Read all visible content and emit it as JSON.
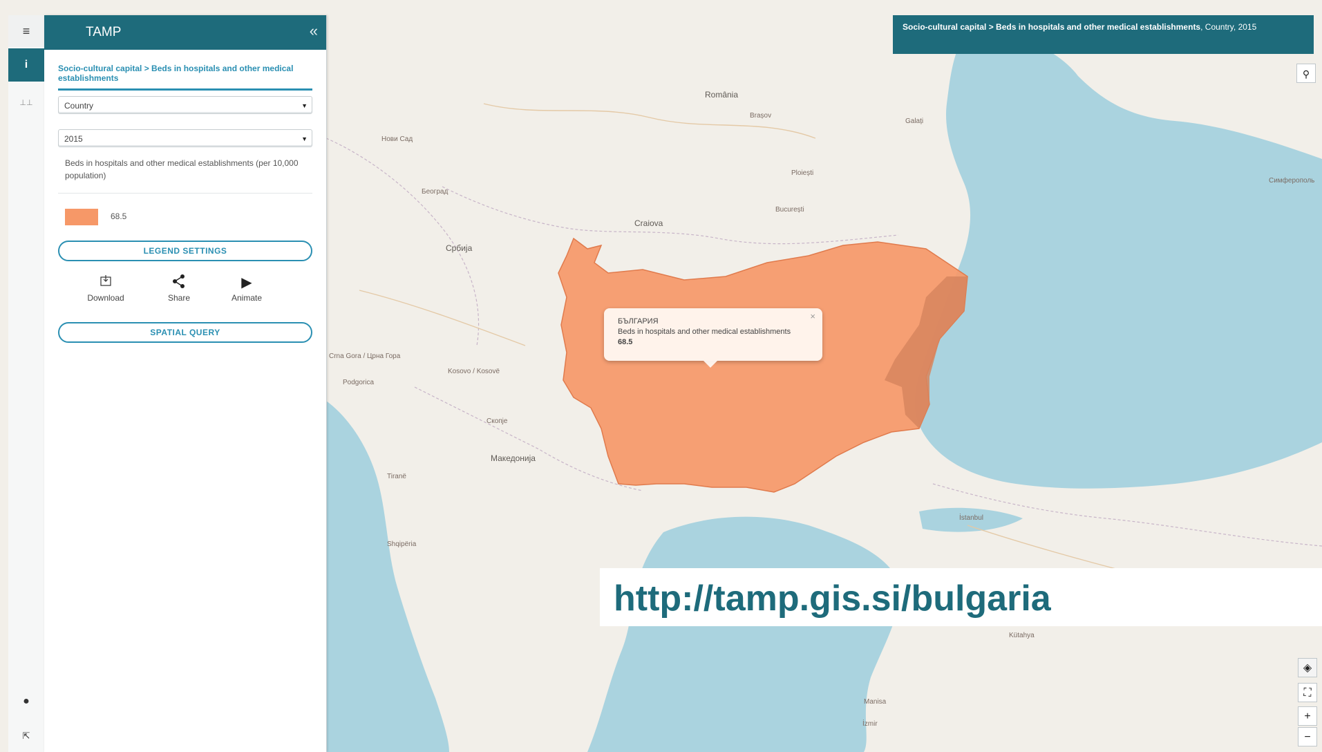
{
  "app": {
    "title": "TAMP"
  },
  "panel": {
    "breadcrumb": "Socio-cultural capital > Beds in hospitals and other medical establishments",
    "level_select": "Country",
    "year_select": "2015",
    "description": "Beds in hospitals and other medical establishments (per 10,000 population)",
    "legend": {
      "value": "68.5",
      "color": "#f69868"
    },
    "legend_settings_label": "LEGEND SETTINGS",
    "actions": {
      "download": "Download",
      "share": "Share",
      "animate": "Animate"
    },
    "spatial_query_label": "SPATIAL QUERY"
  },
  "map_title": {
    "bold": "Socio-cultural capital > Beds in hospitals and other medical establishments",
    "rest": ", Country, 2015"
  },
  "popup": {
    "country": "БЪЛГАРИЯ",
    "indicator": "Beds in hospitals and other medical establishments",
    "value": "68.5"
  },
  "places": {
    "romania": "România",
    "brasov": "Brașov",
    "galati": "Galați",
    "ploiesti": "Ploiești",
    "bucuresti": "București",
    "craiova": "Craiova",
    "novi_sad": "Нови Сад",
    "beograd": "Београд",
    "srbija": "Србија",
    "crna_gora": "Crna Gora / Црна Гора",
    "podgorica": "Podgorica",
    "kosovo": "Kosovo / Kosovë",
    "skopje": "Скопје",
    "makedonija": "Македонија",
    "tirane": "Tiranë",
    "shqiperia": "Shqipëria",
    "istanbul": "İstanbul",
    "simferopol": "Симферополь",
    "kutahya": "Kütahya",
    "manisa": "Manisa",
    "izmir": "İzmir"
  },
  "banner": {
    "url": "http://tamp.gis.si/bulgaria"
  },
  "colors": {
    "brand": "#1e6b7b",
    "accent": "#2a8fb2",
    "sea": "#aad3df",
    "land": "#f2efe9",
    "highlight": "#f69868"
  }
}
